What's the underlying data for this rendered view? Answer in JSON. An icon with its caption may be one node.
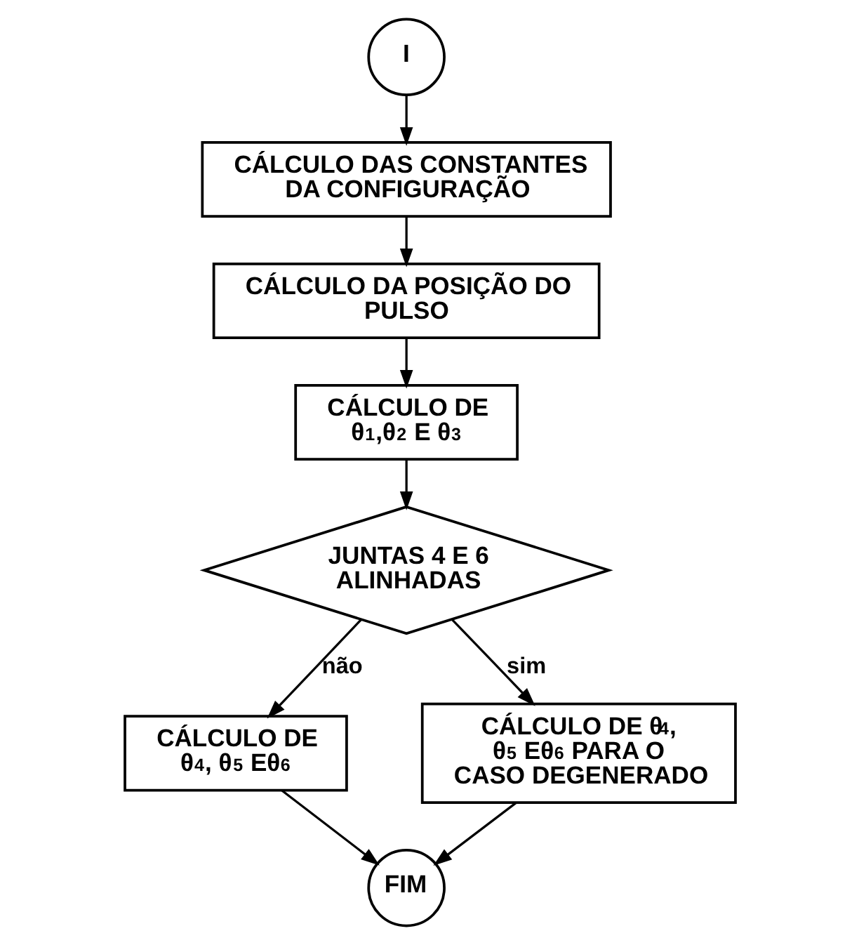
{
  "diagram": {
    "nodes": [
      {
        "text": [
          "I"
        ]
      },
      {
        "text": [
          "CÁLCULO DAS CONSTANTES DA CONFIGURAÇÃO"
        ]
      },
      {
        "text": [
          "CÁLCULO DA POSIÇÃO DO PULSO"
        ]
      },
      {
        "text": [
          "CÁLCULO DE θ$_{1}$,θ$_{2}$ E θ$_{3}$"
        ]
      },
      {
        "text": [
          "JUNTAS 4 E 6 ALINHADAS"
        ]
      },
      {
        "text": [
          "CÁLCULO DE θ$_{4}$, θ$_{5}$ Eθ$_{6}$"
        ]
      },
      {
        "text": [
          "CÁLCULO DE θ$_{4}$, θ$_{5}$ Eθ$_{6}$ PARA O CASO DEGENERADO"
        ]
      },
      {
        "text": [
          "FIM"
        ]
      }
    ],
    "edges": [
      {
        "from": 0,
        "to": 1,
        "arrow": "to"
      },
      {
        "from": 1,
        "to": 2,
        "arrow": "to"
      },
      {
        "from": 2,
        "to": 3,
        "arrow": "to"
      },
      {
        "from": 3,
        "to": 4,
        "arrow": "to"
      },
      {
        "from": 4,
        "to": 5,
        "arrow": "to",
        "label": "não"
      },
      {
        "from": 4,
        "to": 6,
        "arrow": "to",
        "label": "sim"
      },
      {
        "from": 5,
        "to": 7,
        "arrow": "to"
      },
      {
        "from": 6,
        "to": 7,
        "arrow": "to"
      }
    ]
  }
}
